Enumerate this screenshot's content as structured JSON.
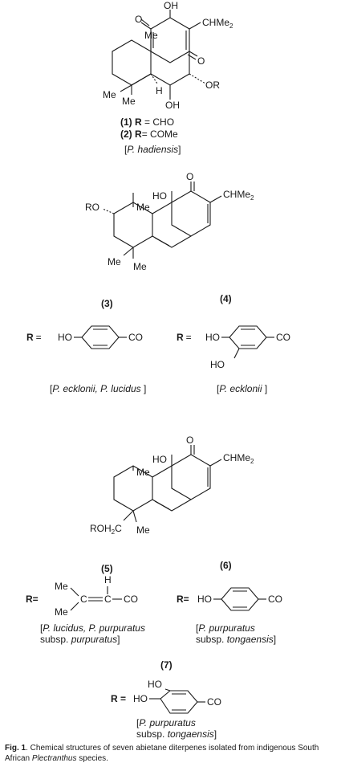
{
  "structures": {
    "s1": {
      "atoms": {
        "o_top": "O",
        "oh_top": "OH",
        "chme2": "CHMe",
        "chme2_sub": "2",
        "o_right": "O",
        "or": "OR",
        "me_ring": "Me",
        "me_left": "Me",
        "me_left2": "Me",
        "h": "H",
        "oh_bottom": "OH"
      },
      "labels": {
        "c1_num": "(1)",
        "c1_r": "R",
        "c1_eq": " = CHO",
        "c2_num": "(2)",
        "c2_r": "R",
        "c2_eq": "= COMe"
      },
      "source": "P. hadiensis"
    },
    "s34": {
      "atoms": {
        "o_top": "O",
        "ho": "HO",
        "chme2": "CHMe",
        "chme2_sub": "2",
        "ro": "RO",
        "me_ring": "Me",
        "me_a": "Me",
        "me_b": "Me"
      },
      "num3": "(3)",
      "num4": "(4)",
      "r3": "R =",
      "r3_ho": "HO",
      "r3_co": "CO",
      "r4": "R =",
      "r4_ho1": "HO",
      "r4_ho2": "HO",
      "r4_co": "CO",
      "source3": "P. ecklonii, P. lucidus",
      "source4": "P. ecklonii"
    },
    "s56": {
      "atoms": {
        "o_top": "O",
        "ho": "HO",
        "chme2": "CHMe",
        "chme2_sub": "2",
        "roh2c": "ROH",
        "roh2c_sub": "2",
        "roh2c_c": "C",
        "me_ring": "Me",
        "me_b": "Me"
      },
      "num5": "(5)",
      "num6": "(6)",
      "r5": "R=",
      "r5_me1": "Me",
      "r5_me2": "Me",
      "r5_h": "H",
      "r5_c1": "C",
      "r5_c2": "C",
      "r5_co": "CO",
      "r6": "R=",
      "r6_ho": "HO",
      "r6_co": "CO",
      "source5_l1": "P. lucidus, P. purpuratus",
      "source5_l2a": "subsp. ",
      "source5_l2b": "purpuratus",
      "source6_l1": "P. purpuratus",
      "source6_l2a": "subsp. ",
      "source6_l2b": "tongaensis"
    },
    "s7": {
      "num7": "(7)",
      "r7": "R =",
      "ho1": "HO",
      "ho2": "HO",
      "co": "CO",
      "source_l1": "P. purpuratus",
      "source_l2a": "subsp. ",
      "source_l2b": "tongaensis"
    }
  },
  "caption": {
    "fig": "Fig. 1",
    "text": ". Chemical structures of seven abietane diterpenes isolated from indigenous South African ",
    "italic": "Plectranthus",
    "end": " species."
  }
}
